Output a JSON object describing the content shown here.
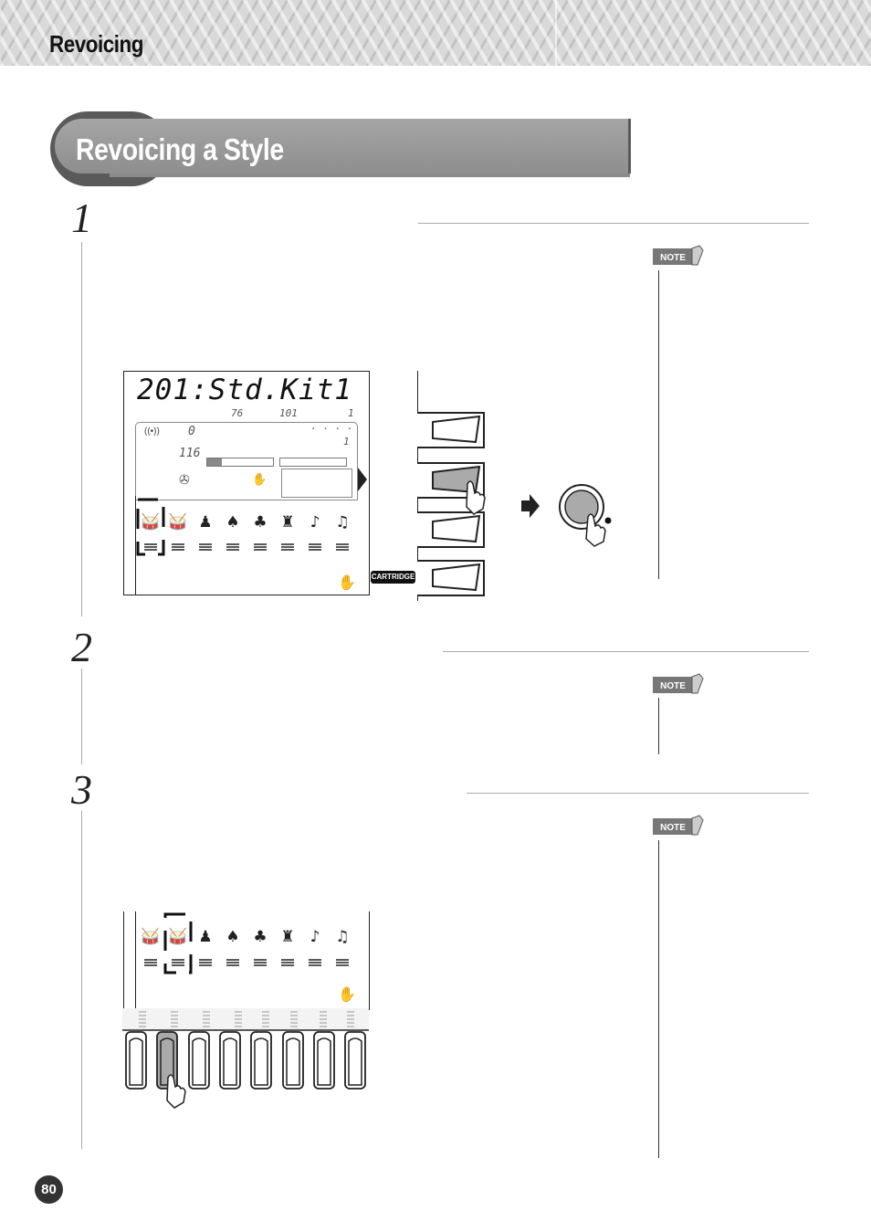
{
  "header": {
    "title": "Revoicing"
  },
  "section": {
    "title": "Revoicing a Style"
  },
  "steps": [
    {
      "number": "1"
    },
    {
      "number": "2"
    },
    {
      "number": "3"
    }
  ],
  "notes": [
    {
      "label": "NOTE"
    },
    {
      "label": "NOTE"
    },
    {
      "label": "NOTE"
    }
  ],
  "lcd": {
    "title": "201:Std.Kit1",
    "top_values": [
      "76",
      "101",
      "1"
    ],
    "inner_value_1": "0",
    "tempo": "116",
    "measure": "1",
    "dots": "· · · ·"
  },
  "cartridge_label": "CARTRIDGE",
  "icons": [
    "drum-kit-icon",
    "drum-kit-icon",
    "piano-icon",
    "guitar-icon",
    "keyboard-icon",
    "strings-icon",
    "trumpet-icon",
    "saxophone-icon"
  ],
  "page_number": "80"
}
